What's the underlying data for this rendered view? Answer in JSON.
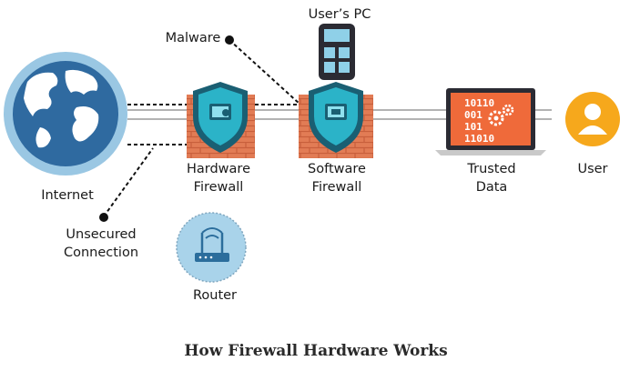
{
  "labels": {
    "internet": "Internet",
    "unsecured_line1": "Unsecured",
    "unsecured_line2": "Connection",
    "malware": "Malware",
    "users_pc": "User’s PC",
    "hardware_line1": "Hardware",
    "hardware_line2": "Firewall",
    "software_line1": "Software",
    "software_line2": "Firewall",
    "trusted_line1": "Trusted",
    "trusted_line2": "Data",
    "user": "User",
    "router": "Router"
  },
  "binary_rows": [
    "10110",
    "001",
    "101",
    "11010"
  ],
  "caption": "How Firewall Hardware Works",
  "icons": [
    "globe-icon",
    "phone-pc-icon",
    "firewall-brick-icon",
    "shield-icon",
    "laptop-icon",
    "gears-icon",
    "user-avatar-icon",
    "router-icon"
  ],
  "colors": {
    "globe_ring": "#8fbfdc",
    "globe_ocean": "#2f6aa0",
    "brick": "#e07a54",
    "shield": "#1a9ab0",
    "laptop_screen": "#ef6a3a",
    "user_circle": "#f6a81c",
    "router_circle": "#a9d3ea"
  }
}
